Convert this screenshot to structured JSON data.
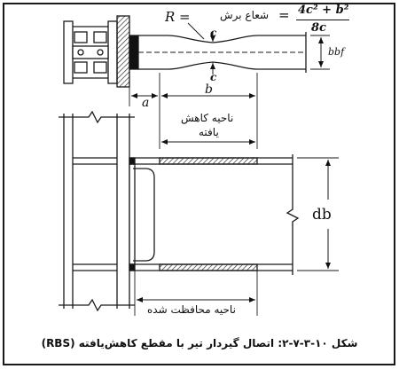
{
  "plan_view": {
    "r_label": "R =",
    "r_text": "شعاع برش",
    "r_eq": "=",
    "r_numerator": "4c² + b²",
    "r_denominator": "8c",
    "c_top": "c",
    "c_bottom": "c",
    "dim_a": "a",
    "dim_b": "b",
    "dim_bbf": "bbf",
    "reduced_zone_line1": "ناحیه کاهش",
    "reduced_zone_line2": "یافته"
  },
  "elevation_view": {
    "dim_db": "db",
    "protected_zone": "ناحیه محافظت شده"
  },
  "caption": "شکل ۱۰-۳-۷-۲: اتصال گیردار تیر با مقطع کاهش‌یافته (RBS)",
  "colors": {
    "line": "#1a1a1a",
    "hatch": "#555555",
    "background": "#ffffff"
  }
}
